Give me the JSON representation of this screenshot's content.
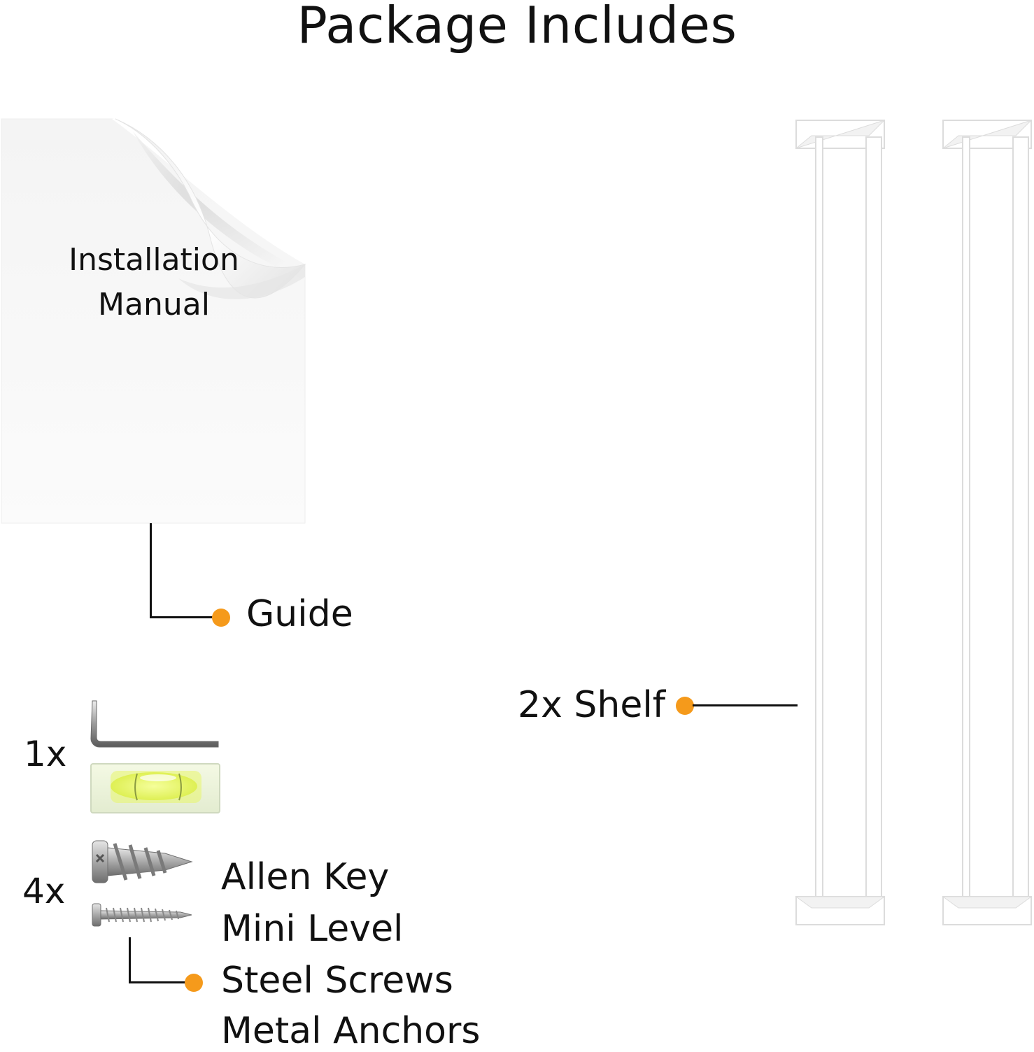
{
  "title": "Package Includes",
  "manual": {
    "line1": "Installation",
    "line2": "Manual",
    "label": "Guide"
  },
  "shelf": {
    "label": "2x Shelf"
  },
  "hardware": {
    "qty_small": "1x",
    "qty_large": "4x",
    "items": [
      "Allen Key",
      "Mini Level",
      "Steel Screws",
      "Metal Anchors"
    ]
  },
  "colors": {
    "accent": "#f59a1b",
    "level_liquid": "#e8f56a",
    "shelf_edge": "#d9d9d9"
  },
  "icons": {
    "manual": "curled-page-icon",
    "allen_key": "allen-key-icon",
    "level": "bubble-level-icon",
    "anchor": "drywall-anchor-icon",
    "screw": "screw-icon",
    "shelf": "floating-shelf-icon"
  }
}
